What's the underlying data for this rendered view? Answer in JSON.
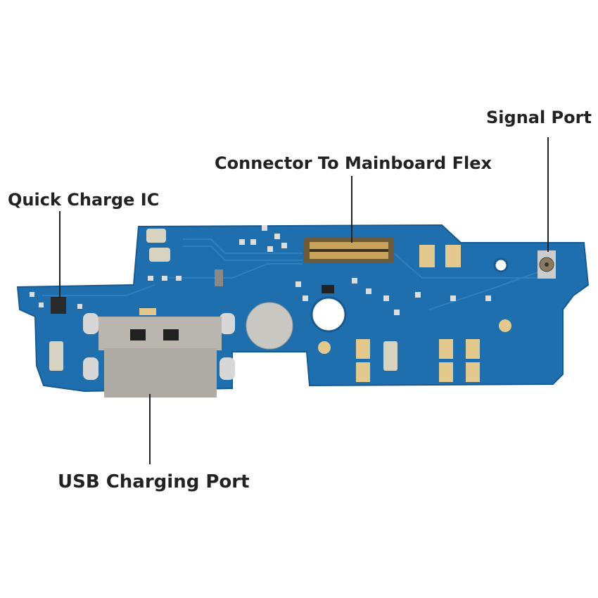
{
  "labels": {
    "signal_port": "Signal Port",
    "connector": "Connector To Mainboard Flex",
    "quick_charge": "Quick Charge IC",
    "usb_port": "USB Charging Port"
  },
  "colors": {
    "board": "#1f6fae",
    "board_dark": "#17578e",
    "gold": "#d9b46a",
    "metal": "#b9b6b0",
    "line": "#222222"
  }
}
